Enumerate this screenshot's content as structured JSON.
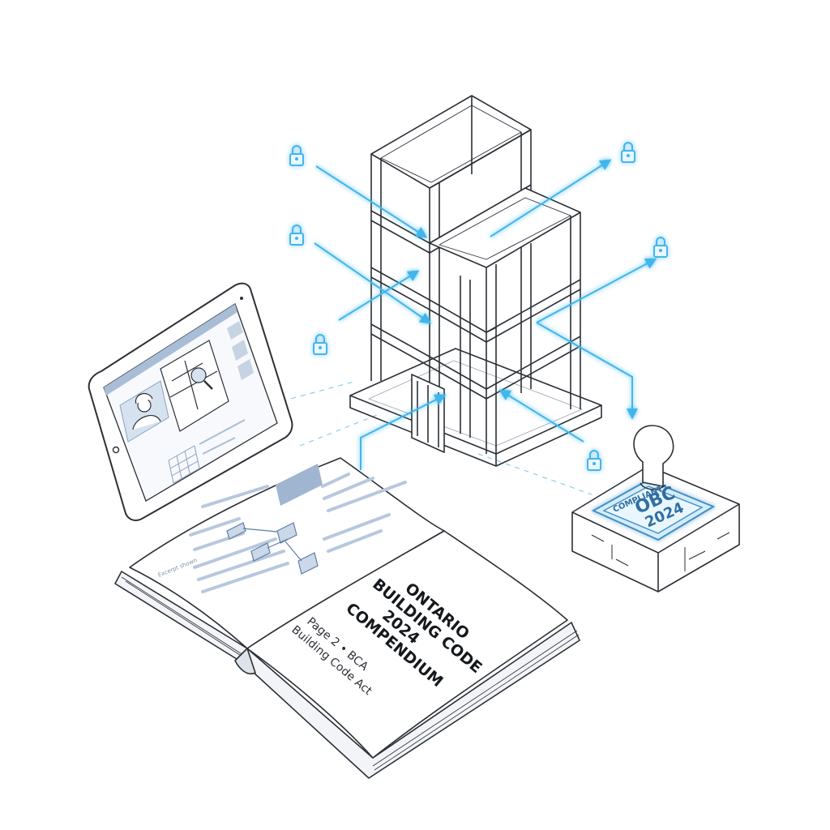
{
  "book": {
    "title_lines": [
      "ONTARIO",
      "BUILDING CODE",
      "2024",
      "COMPENDIUM"
    ],
    "subtitle_lines": [
      "Page 2 • BCA",
      "Building Code Act"
    ],
    "left_page_caption": "Excerpt shown"
  },
  "stamp": {
    "top_text": "COMPLIANT",
    "line1": "OBC",
    "line2": "2024"
  },
  "icons": {
    "padlock": "padlock-icon",
    "inspector": "inspector-avatar-icon",
    "magnifier": "magnifier-icon"
  },
  "colors": {
    "line": "#2b2f36",
    "accent": "#3fb6ec",
    "accent_soft": "#a8ddf7",
    "panel": "#a9bdd6",
    "panel_light": "#d6e2ef"
  }
}
